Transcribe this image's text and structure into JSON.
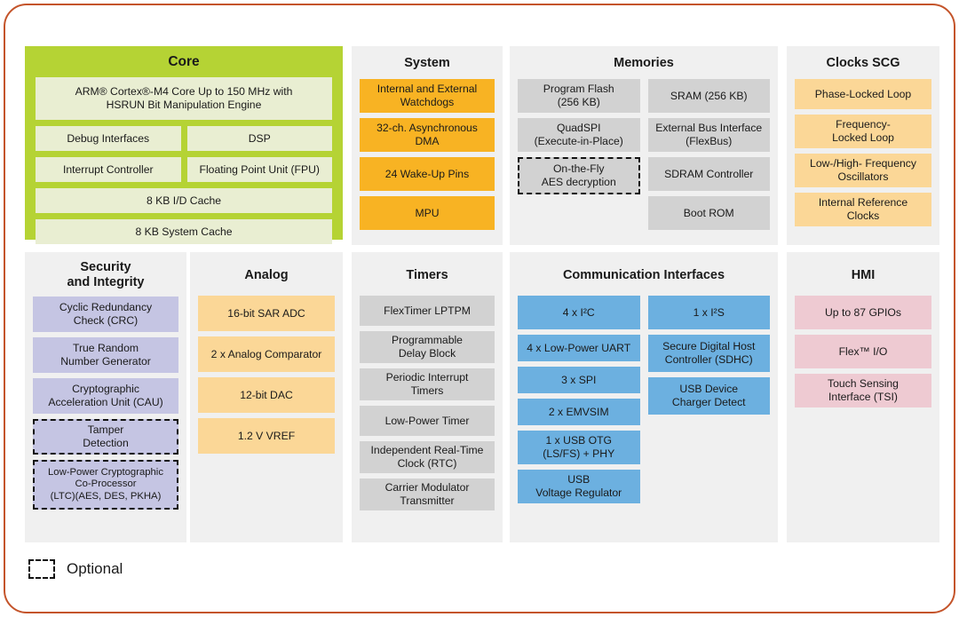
{
  "legend": {
    "label": "Optional",
    "swatch_name": "dashed-box-swatch"
  },
  "colors": {
    "frame_border": "#c4542a",
    "panel_bg": "#f0f0f0",
    "core_panel": "#b5d334",
    "core_block": "#e9eed2",
    "system_block": "#f8b323",
    "clocks_block": "#fbd797",
    "analog_block": "#fbd797",
    "memories_block": "#d2d2d2",
    "timers_block": "#d2d2d2",
    "security_block": "#c5c5e3",
    "communication_block": "#6cb0e0",
    "hmi_block": "#eecad2",
    "dashed_border": "#121212"
  },
  "sections": {
    "core": {
      "title": "Core",
      "rows": [
        [
          "ARM® Cortex®-M4 Core Up to 150 MHz with\nHSRUN Bit Manipulation Engine"
        ],
        [
          "Debug Interfaces",
          "DSP"
        ],
        [
          "Interrupt Controller",
          "Floating Point Unit (FPU)"
        ],
        [
          "8 KB I/D Cache"
        ],
        [
          "8 KB System Cache"
        ]
      ]
    },
    "system": {
      "title": "System",
      "blocks": [
        {
          "label": "Internal and External\nWatchdogs",
          "optional": false
        },
        {
          "label": "32-ch. Asynchronous\nDMA",
          "optional": false
        },
        {
          "label": "24 Wake-Up Pins",
          "optional": false
        },
        {
          "label": "MPU",
          "optional": false
        }
      ]
    },
    "memories": {
      "title": "Memories",
      "column_left": [
        {
          "label": "Program Flash\n(256 KB)",
          "optional": false
        },
        {
          "label": "QuadSPI\n(Execute-in-Place)",
          "optional": false
        },
        {
          "label": "On-the-Fly\nAES decryption",
          "optional": true
        }
      ],
      "column_right": [
        {
          "label": "SRAM (256 KB)",
          "optional": false
        },
        {
          "label": "External Bus Interface\n(FlexBus)",
          "optional": false
        },
        {
          "label": "SDRAM Controller",
          "optional": false
        },
        {
          "label": "Boot ROM",
          "optional": false
        }
      ]
    },
    "clocks": {
      "title": "Clocks SCG",
      "blocks": [
        {
          "label": "Phase-Locked Loop",
          "optional": false
        },
        {
          "label": "Frequency-\nLocked Loop",
          "optional": false
        },
        {
          "label": "Low-/High- Frequency\nOscillators",
          "optional": false
        },
        {
          "label": "Internal Reference\nClocks",
          "optional": false
        }
      ]
    },
    "security": {
      "title": "Security\nand Integrity",
      "blocks": [
        {
          "label": "Cyclic Redundancy\nCheck (CRC)",
          "optional": false
        },
        {
          "label": "True Random\nNumber Generator",
          "optional": false
        },
        {
          "label": "Cryptographic\nAcceleration Unit (CAU)",
          "optional": false
        },
        {
          "label": "Tamper\nDetection",
          "optional": true
        },
        {
          "label": "Low-Power Cryptographic\nCo-Processor\n(LTC)(AES, DES, PKHA)",
          "optional": true
        }
      ]
    },
    "analog": {
      "title": "Analog",
      "blocks": [
        {
          "label": "16-bit SAR ADC",
          "optional": false
        },
        {
          "label": "2 x Analog Comparator",
          "optional": false
        },
        {
          "label": "12-bit DAC",
          "optional": false
        },
        {
          "label": "1.2 V VREF",
          "optional": false
        }
      ]
    },
    "timers": {
      "title": "Timers",
      "blocks": [
        {
          "label": "FlexTimer LPTPM",
          "optional": false
        },
        {
          "label": "Programmable\nDelay Block",
          "optional": false
        },
        {
          "label": "Periodic Interrupt\nTimers",
          "optional": false
        },
        {
          "label": "Low-Power Timer",
          "optional": false
        },
        {
          "label": "Independent Real-Time\nClock (RTC)",
          "optional": false
        },
        {
          "label": "Carrier Modulator\nTransmitter",
          "optional": false
        }
      ]
    },
    "communication": {
      "title": "Communication  Interfaces",
      "column_left": [
        {
          "label": "4 x I²C",
          "optional": false
        },
        {
          "label": "4 x Low-Power UART",
          "optional": false
        },
        {
          "label": "3 x SPI",
          "optional": false
        },
        {
          "label": "2 x EMVSIM",
          "optional": false
        },
        {
          "label": "1 x USB OTG\n(LS/FS) + PHY",
          "optional": false
        },
        {
          "label": "USB\nVoltage Regulator",
          "optional": false
        }
      ],
      "column_right": [
        {
          "label": "1 x I²S",
          "optional": false
        },
        {
          "label": "Secure Digital Host\nController (SDHC)",
          "optional": false
        },
        {
          "label": "USB Device\nCharger Detect",
          "optional": false
        }
      ]
    },
    "hmi": {
      "title": "HMI",
      "blocks": [
        {
          "label": "Up to 87 GPIOs",
          "optional": false
        },
        {
          "label": "Flex™ I/O",
          "optional": false
        },
        {
          "label": "Touch Sensing\nInterface (TSI)",
          "optional": false
        }
      ]
    }
  }
}
